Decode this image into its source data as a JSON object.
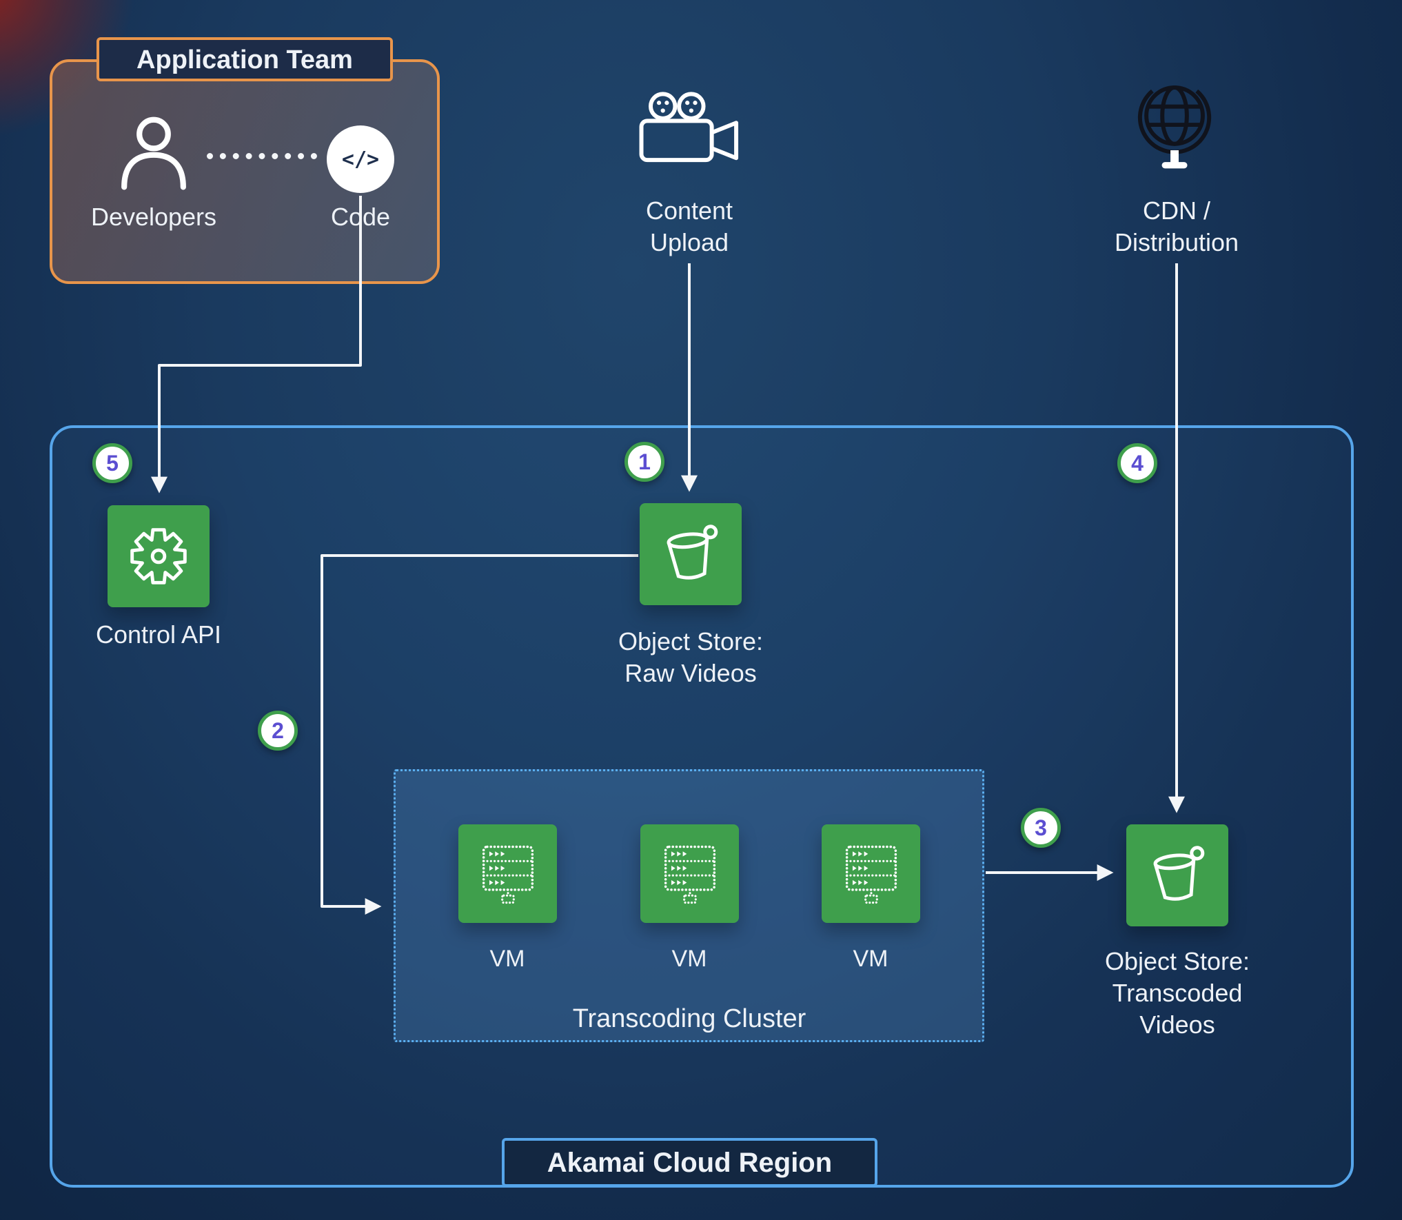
{
  "app_team": {
    "title": "Application Team",
    "developers_label": "Developers",
    "code_label": "Code",
    "code_glyph": "</>"
  },
  "external": {
    "content_upload": {
      "lines": [
        "Content",
        "Upload"
      ]
    },
    "cdn": {
      "lines": [
        "CDN /",
        "Distribution"
      ]
    }
  },
  "region": {
    "title": "Akamai Cloud Region",
    "control_api": {
      "label": "Control API"
    },
    "object_store_raw": {
      "lines": [
        "Object Store:",
        "Raw Videos"
      ]
    },
    "object_store_transcoded": {
      "lines": [
        "Object Store:",
        "Transcoded",
        "Videos"
      ]
    },
    "cluster": {
      "title": "Transcoding Cluster",
      "vms": [
        {
          "label": "VM"
        },
        {
          "label": "VM"
        },
        {
          "label": "VM"
        }
      ]
    }
  },
  "badges": {
    "step1": "1",
    "step2": "2",
    "step3": "3",
    "step4": "4",
    "step5": "5"
  },
  "icons": {
    "developers": "person-icon",
    "code": "code-circle-icon",
    "content_upload": "video-camera-icon",
    "cdn": "globe-icon",
    "control_api": "gear-icon",
    "object_store": "bucket-icon",
    "vm": "server-icon"
  },
  "colors": {
    "green": "#3f9f4c",
    "accent_blue": "#56a5ea",
    "orange": "#e8954b",
    "badge_number": "#5b4ed1",
    "background": "#14304f"
  }
}
